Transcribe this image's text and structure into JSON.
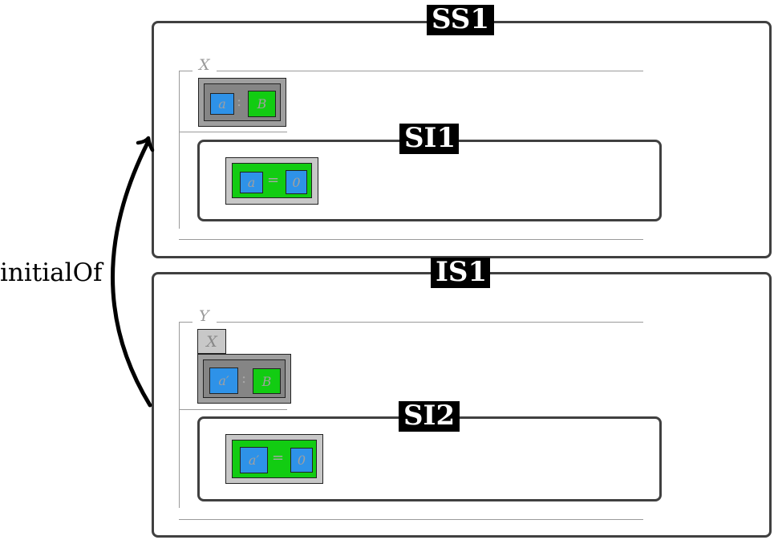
{
  "scopes": [
    {
      "title": "SS1",
      "context": "X",
      "declaration": {
        "lhs": "a",
        "op": ":",
        "rhs": "B"
      },
      "inner": {
        "title": "SI1",
        "equation": {
          "lhs": "a",
          "op": "=",
          "rhs": "0"
        }
      }
    },
    {
      "title": "IS1",
      "context": "Y",
      "parent_tag": "X",
      "declaration": {
        "lhs": "a′",
        "op": ":",
        "rhs": "B"
      },
      "inner": {
        "title": "SI2",
        "equation": {
          "lhs": "a′",
          "op": "=",
          "rhs": "0"
        }
      }
    }
  ],
  "edge": {
    "label": "initialOf",
    "from": "IS1",
    "to": "SS1"
  },
  "colors": {
    "variable": "#2e92e8",
    "type_or_value": "#12cc12",
    "declaration_fill": "#858585",
    "border": "#404040",
    "title_bg": "#000000"
  }
}
